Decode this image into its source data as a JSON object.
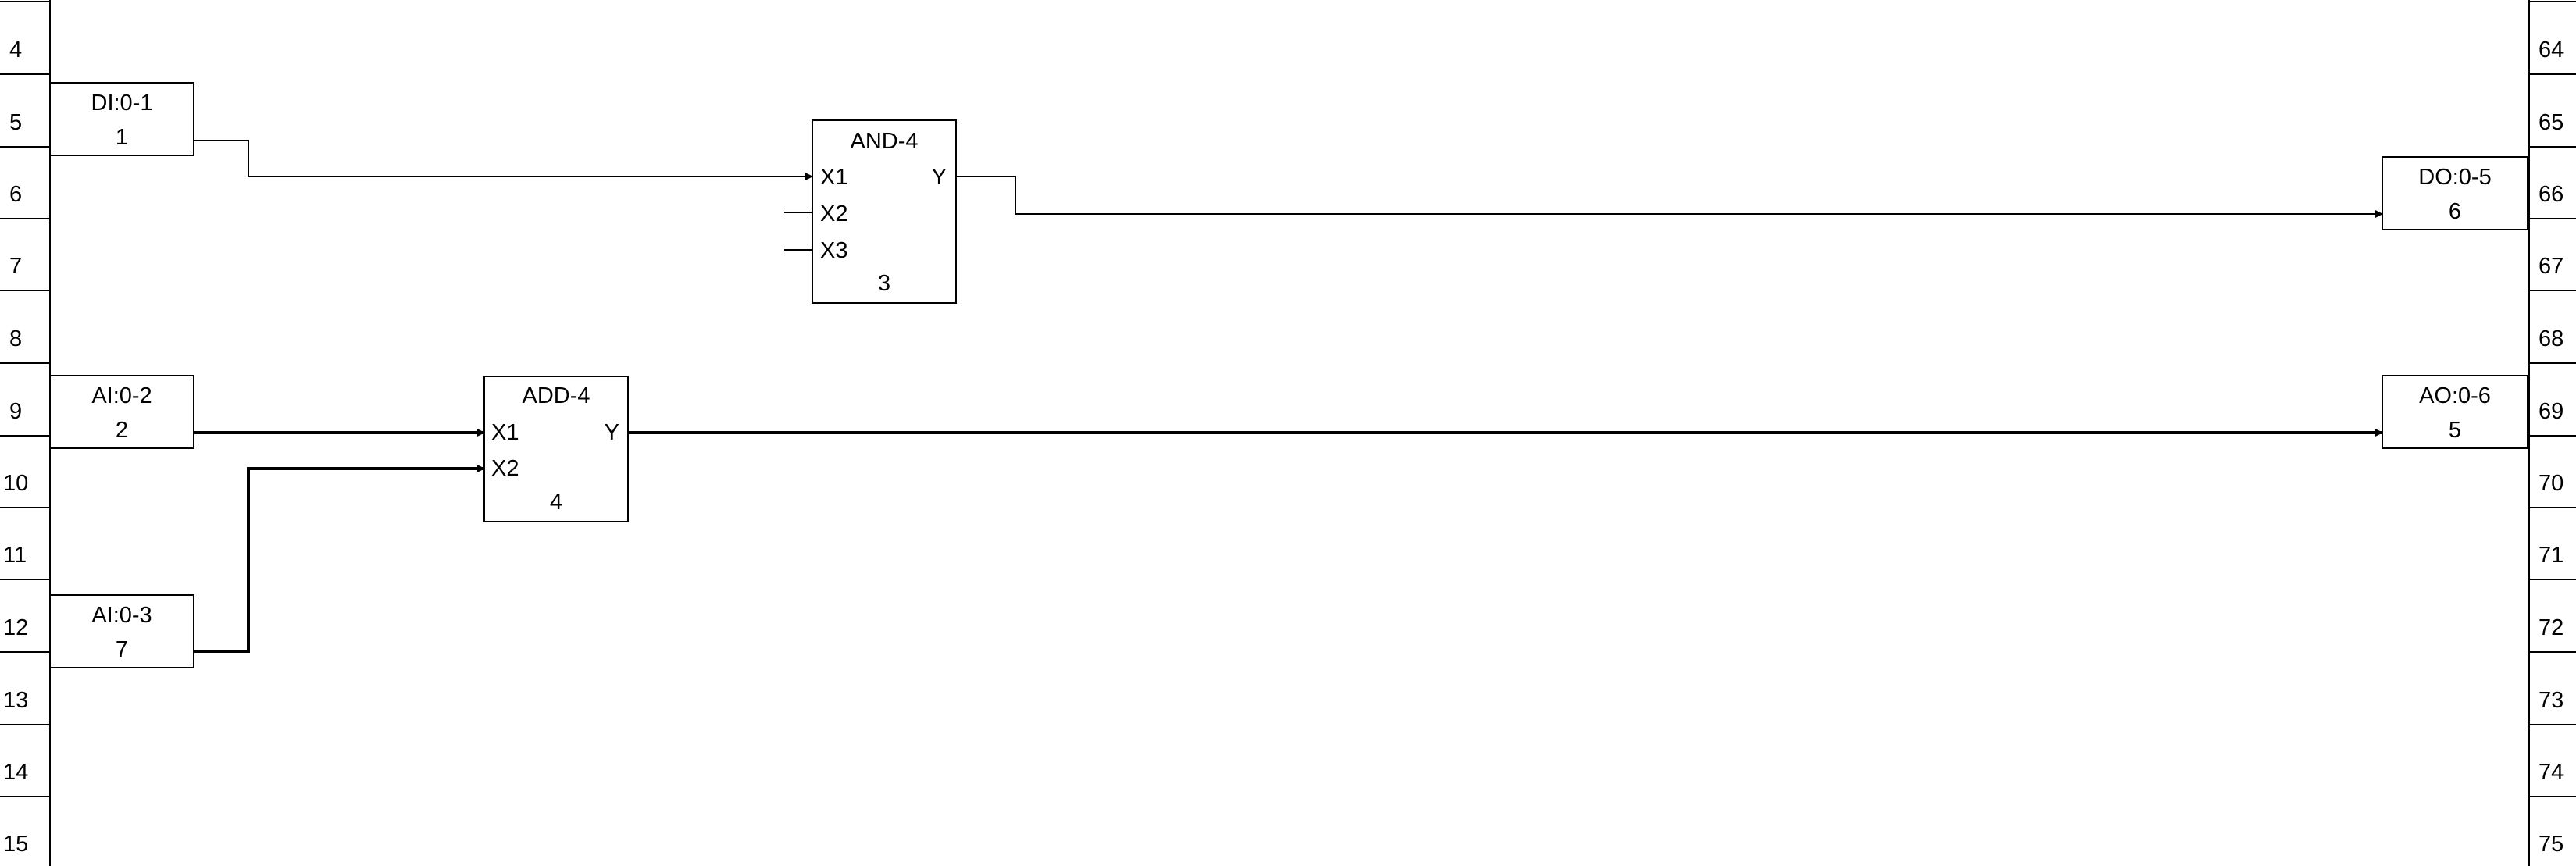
{
  "rails": {
    "left_rows": [
      "4",
      "5",
      "6",
      "7",
      "8",
      "9",
      "10",
      "11",
      "12",
      "13",
      "14",
      "15"
    ],
    "right_rows": [
      "64",
      "65",
      "66",
      "67",
      "68",
      "69",
      "70",
      "71",
      "72",
      "73",
      "74",
      "75"
    ]
  },
  "blocks": {
    "di_0_1": {
      "tag": "DI:0-1",
      "num": "1"
    },
    "ai_0_2": {
      "tag": "AI:0-2",
      "num": "2"
    },
    "ai_0_3": {
      "tag": "AI:0-3",
      "num": "7"
    },
    "and_4": {
      "title": "AND-4",
      "num": "3",
      "in1": "X1",
      "in2": "X2",
      "in3": "X3",
      "out": "Y"
    },
    "add_4": {
      "title": "ADD-4",
      "num": "4",
      "in1": "X1",
      "in2": "X2",
      "out": "Y"
    },
    "do_0_5": {
      "tag": "DO:0-5",
      "num": "6"
    },
    "ao_0_6": {
      "tag": "AO:0-6",
      "num": "5"
    }
  },
  "colors": {
    "line": "#000000",
    "background": "#ffffff"
  }
}
